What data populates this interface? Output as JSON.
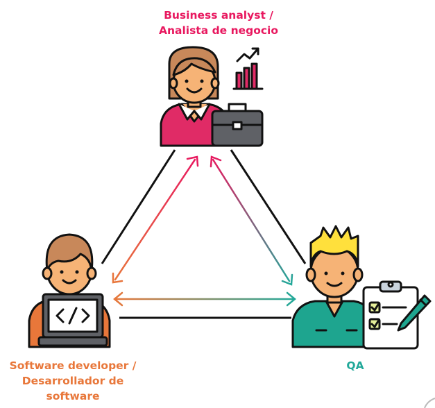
{
  "roles": {
    "business_analyst": {
      "line1": "Business analyst /",
      "line2": "Analista de negocio",
      "color": "#e8185f"
    },
    "software_developer": {
      "line1": "Software developer /",
      "line2": "Desarrollador de",
      "line3": "software",
      "color": "#e8773a"
    },
    "qa": {
      "line1": "QA",
      "color": "#22a99a"
    }
  },
  "icons": {
    "business_analyst": "businesswoman-with-briefcase-and-growth-chart-icon",
    "software_developer": "developer-with-laptop-code-icon",
    "qa": "qa-tester-with-checklist-clipboard-icon"
  },
  "colors": {
    "outline": "#111111",
    "skin": "#f6b376",
    "brown_hair": "#c8885a",
    "pink_shirt": "#e02b66",
    "briefcase": "#5f6166",
    "yellow_hair": "#ffe03c",
    "green_shirt": "#1ea58f",
    "arrow_orange": "#e8773a",
    "arrow_pink": "#e8185f",
    "arrow_teal": "#22a99a"
  }
}
